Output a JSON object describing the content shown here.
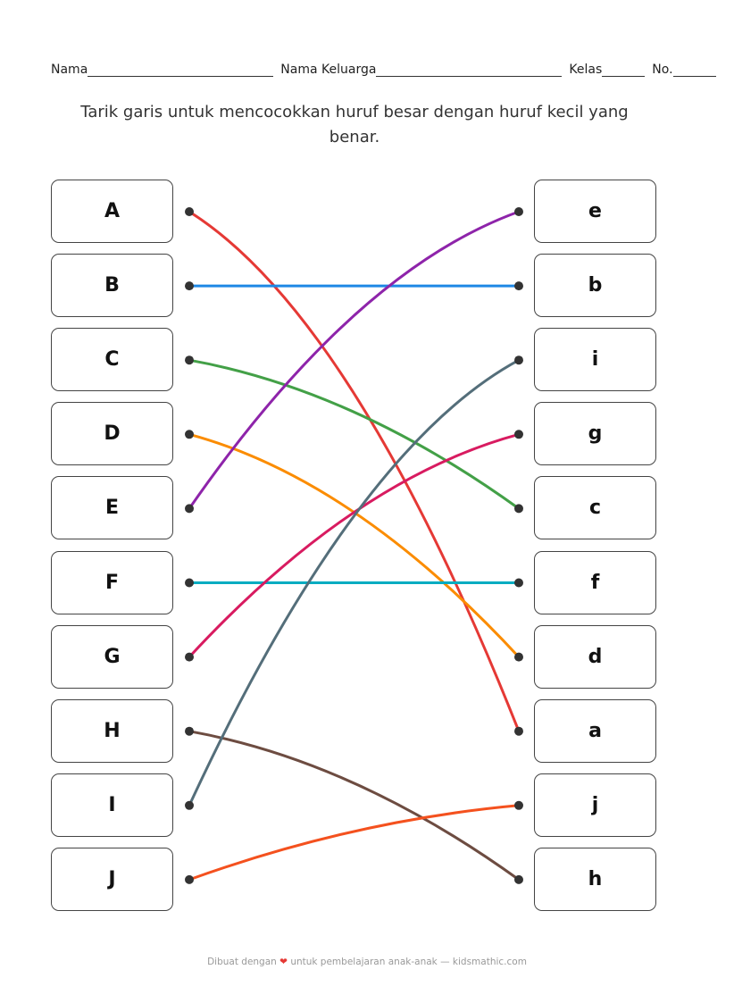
{
  "header": {
    "name_label": "Nama",
    "family_label": "Nama Keluarga",
    "class_label": "Kelas",
    "no_label": "No."
  },
  "instruction": "Tarik garis untuk mencocokkan huruf besar dengan huruf kecil yang benar.",
  "left": [
    "A",
    "B",
    "C",
    "D",
    "E",
    "F",
    "G",
    "H",
    "I",
    "J"
  ],
  "right": [
    "e",
    "b",
    "i",
    "g",
    "c",
    "f",
    "d",
    "a",
    "j",
    "h"
  ],
  "connections": [
    {
      "from": 0,
      "to": 7,
      "color": "#e53935"
    },
    {
      "from": 1,
      "to": 1,
      "color": "#1e88e5"
    },
    {
      "from": 2,
      "to": 4,
      "color": "#43a047"
    },
    {
      "from": 3,
      "to": 6,
      "color": "#fb8c00"
    },
    {
      "from": 4,
      "to": 0,
      "color": "#8e24aa"
    },
    {
      "from": 5,
      "to": 5,
      "color": "#00acc1"
    },
    {
      "from": 6,
      "to": 3,
      "color": "#d81b60"
    },
    {
      "from": 7,
      "to": 9,
      "color": "#6d4c41"
    },
    {
      "from": 8,
      "to": 2,
      "color": "#546e7a"
    },
    {
      "from": 9,
      "to": 8,
      "color": "#f4511e"
    }
  ],
  "footer": {
    "before": "Dibuat dengan",
    "heart": "❤",
    "after": "untuk pembelajaran anak-anak — kidsmathic.com"
  }
}
